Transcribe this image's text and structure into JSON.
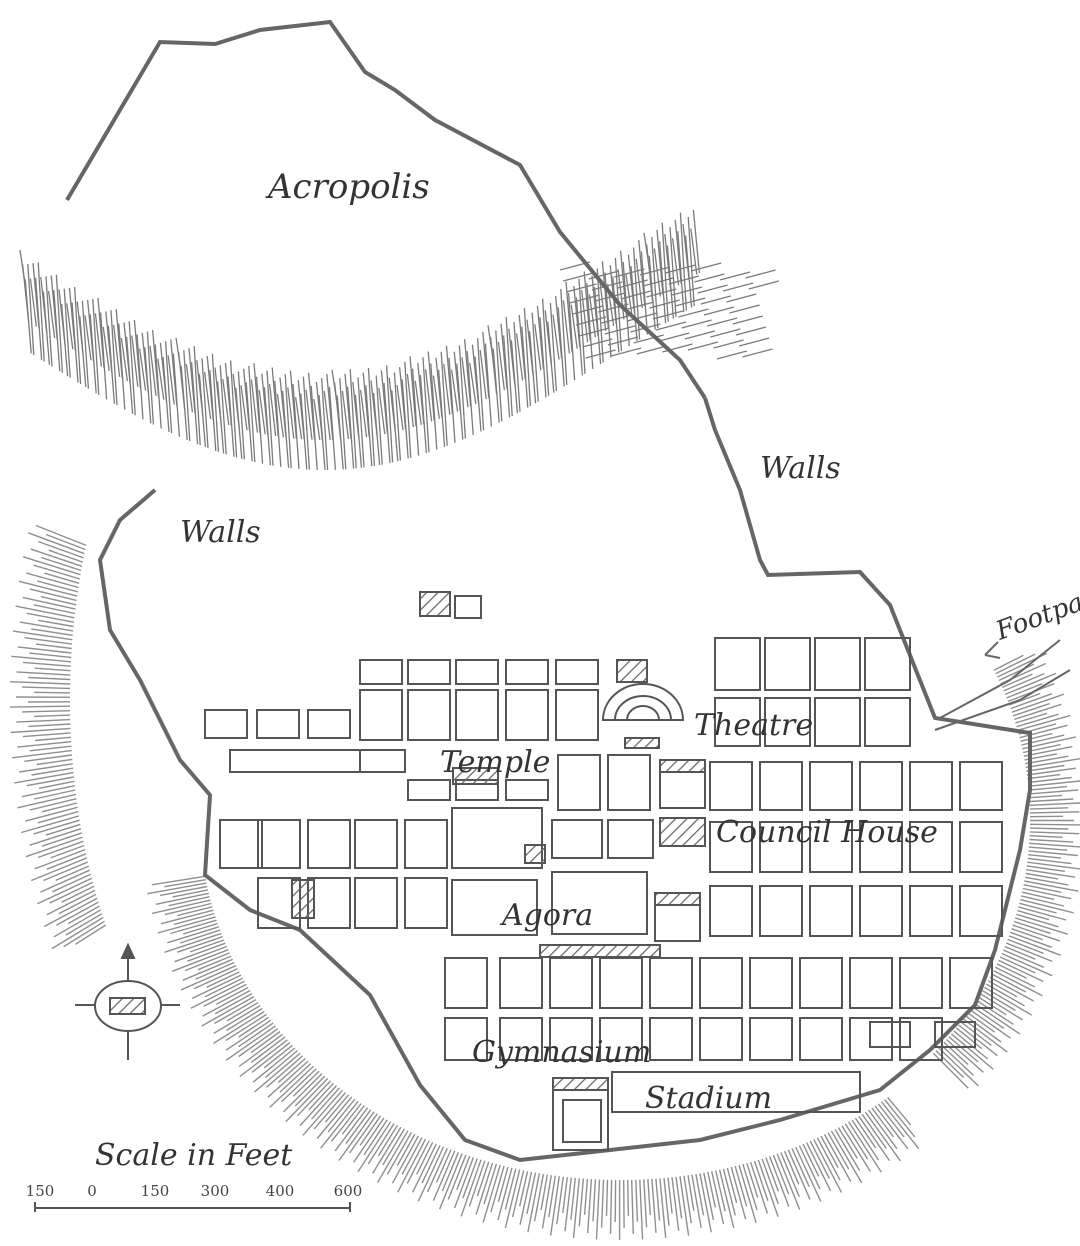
{
  "labels": {
    "acropolis": "Acropolis",
    "walls_west": "Walls",
    "walls_east": "Walls",
    "theatre": "Theatre",
    "temple": "Temple",
    "council_house": "Council House",
    "agora": "Agora",
    "gymnasium": "Gymnasium",
    "stadium": "Stadium",
    "footpath": "Footpath"
  },
  "scale": {
    "title": "Scale in Feet",
    "ticks": [
      "150",
      "0",
      "150",
      "300",
      "400",
      "600"
    ]
  },
  "compass": {
    "icon": "compass-icon"
  },
  "colors": {
    "ink": "#555555",
    "hatch": "#9a9a9a",
    "paper": "#ffffff"
  }
}
